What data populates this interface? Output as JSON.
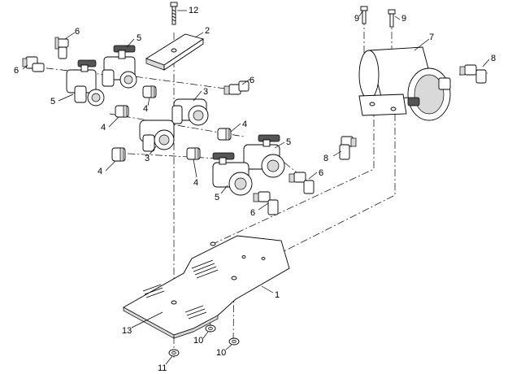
{
  "callouts": {
    "c1": "1",
    "c2": "2",
    "c3a": "3",
    "c3b": "3",
    "c4a": "4",
    "c4b": "4",
    "c4c": "4",
    "c4d": "4",
    "c4e": "4",
    "c5a": "5",
    "c5b": "5",
    "c5c": "5",
    "c5d": "5",
    "c6a": "6",
    "c6b": "6",
    "c6c": "6",
    "c6d": "6",
    "c6e": "6",
    "c7": "7",
    "c8a": "8",
    "c8b": "8",
    "c9a": "9",
    "c9b": "9",
    "c10a": "10",
    "c10b": "10",
    "c11": "11",
    "c12": "12",
    "c13": "13"
  }
}
